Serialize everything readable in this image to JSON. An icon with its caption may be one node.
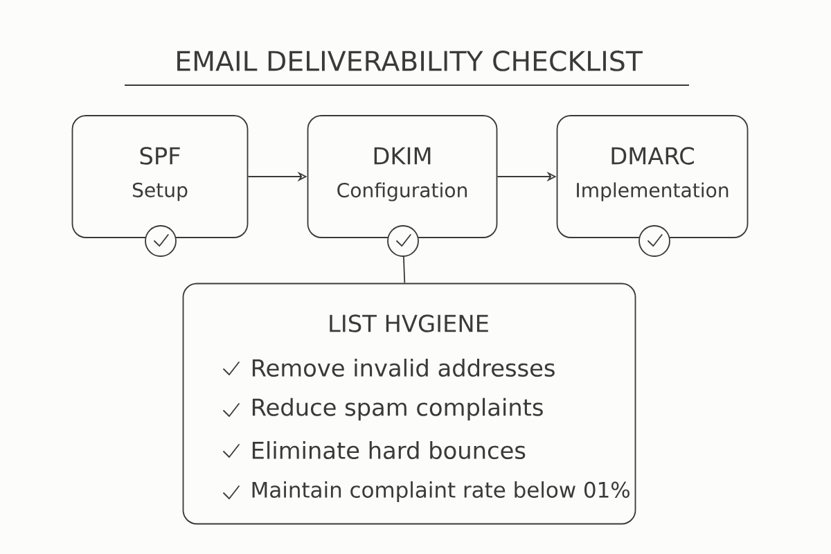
{
  "diagram": {
    "title": "EMAIL DELIVERABILITY CHECKLIST",
    "nodes": [
      {
        "text": [
          "SPF",
          "Setup"
        ]
      },
      {
        "text": [],
        "shape": "circle"
      },
      {
        "text": [
          "DKIM",
          "Configuration"
        ]
      },
      {
        "text": [],
        "shape": "circle"
      },
      {
        "text": [
          "DMARC",
          "Implementation"
        ]
      },
      {
        "text": [],
        "shape": "circle"
      },
      {
        "text": [
          "LIST HVGIENE",
          "Remove invalid addresses",
          "Reduce spam complaints",
          "Eliminate hard bounces",
          "Maintain complaint rate below 01%"
        ]
      }
    ],
    "edges": [
      {
        "from": 0,
        "to": 2,
        "arrow": "to"
      },
      {
        "from": 2,
        "to": 4,
        "arrow": "to"
      },
      {
        "from": 3,
        "to": 6,
        "arrow": "none"
      }
    ]
  }
}
